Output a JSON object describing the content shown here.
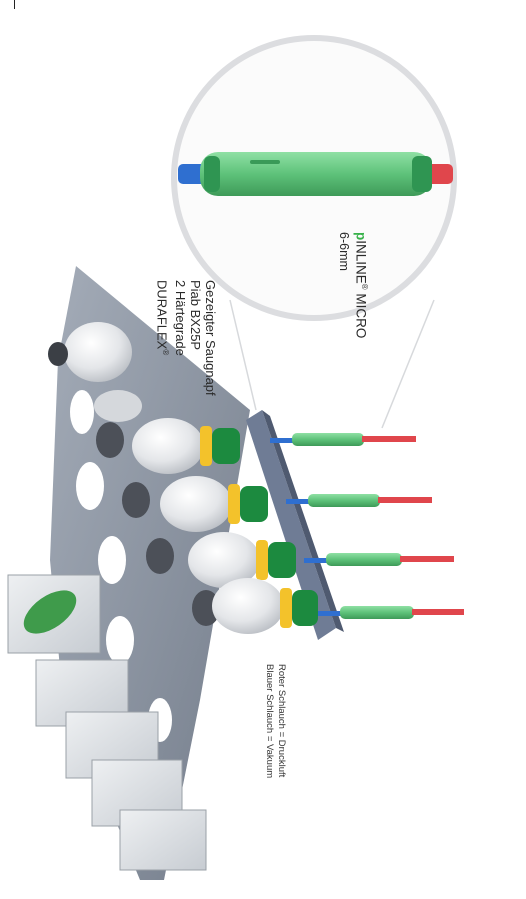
{
  "callout": {
    "brand_prefix": "p",
    "brand_rest": "INLINE",
    "registered": "®",
    "product_suffix": " MICRO",
    "size": "6-6mm"
  },
  "suction_cup": {
    "line1": "Gezeigter Saugnapf",
    "line2": "Piab BX25P",
    "line3": "2 Härtegrade",
    "line4": "DURAFLEX",
    "registered": "®"
  },
  "legend": {
    "red": "Roter Schlauch = Druckluft",
    "blue": "Blauer Schlauch = Vakuum"
  },
  "colors": {
    "inline_green": "#5ec27a",
    "hose_red": "#e0464c",
    "hose_blue": "#2f6fd0",
    "bellows_green": "#1c8a3f",
    "ring_yellow": "#f3c22b",
    "plate_gray": "#8e97a6"
  }
}
